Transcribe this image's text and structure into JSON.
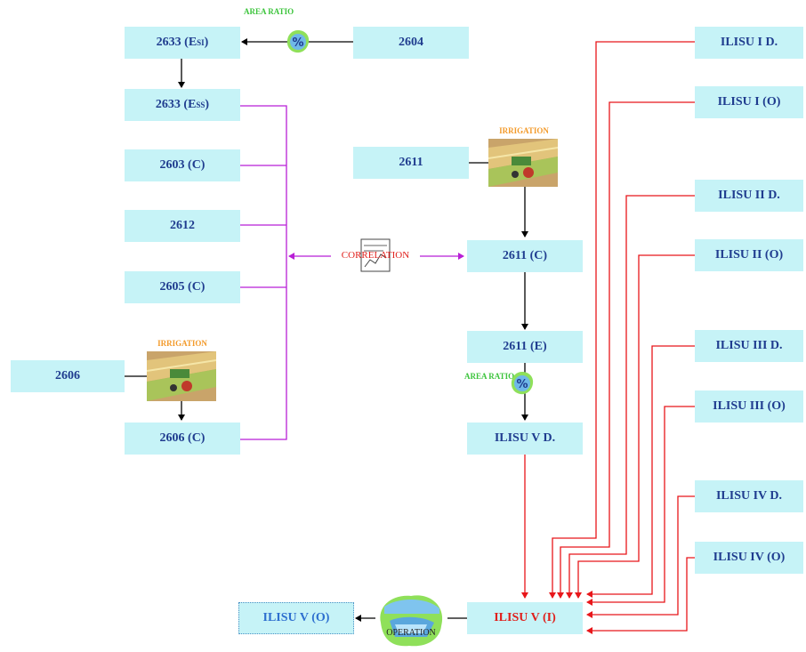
{
  "nodes": {
    "n2633_esi": {
      "main": "2633 (E",
      "sub": "SI",
      "close": ")"
    },
    "n2633_ess": {
      "main": "2633 (E",
      "sub": "SS",
      "close": ")"
    },
    "n2603_c": "2603 (C)",
    "n2612": "2612",
    "n2605_c": "2605 (C)",
    "n2606": "2606",
    "n2606_c": "2606 (C)",
    "n2604": "2604",
    "n2611": "2611",
    "n2611_c": "2611 (C)",
    "n2611_e": "2611 (E)",
    "ilisu_v_d": "ILISU V D.",
    "ilisu_v_i": "ILISU V (I)",
    "ilisu_v_o": "ILISU V (O)",
    "ilisu_i_d": "ILISU I D.",
    "ilisu_i_o": "ILISU I (O)",
    "ilisu_ii_d": "ILISU II D.",
    "ilisu_ii_o": "ILISU II (O)",
    "ilisu_iii_d": "ILISU III D.",
    "ilisu_iii_o": "ILISU III (O)",
    "ilisu_iv_d": "ILISU IV D.",
    "ilisu_iv_o": "ILISU IV (O)"
  },
  "labels": {
    "area_ratio_top": "AREA RATIO",
    "area_ratio_mid": "AREA RATIO",
    "irrigation_right": "IRRIGATION",
    "irrigation_left": "IRRIGATION",
    "correlation": "CORRELATION",
    "operation": "OPERATION",
    "percent": "%"
  },
  "colors": {
    "box_fill": "#c6f3f7",
    "box_text": "#1f3c8f",
    "flow_arrow": "#000000",
    "correlation_line": "#b81fd6",
    "inflow_line": "#e8161a",
    "irrigation_label": "#f39a2a",
    "area_ratio_label": "#3cc43c"
  },
  "icons": [
    "percent-icon",
    "irrigation-icon",
    "correlation-icon",
    "operation-icon"
  ]
}
